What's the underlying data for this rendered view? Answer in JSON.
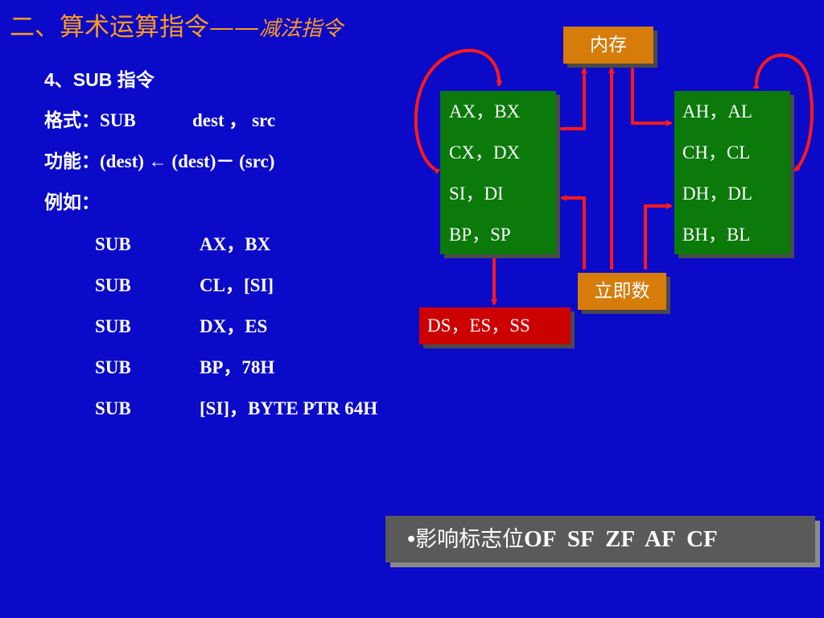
{
  "title": {
    "main": "二、算术运算指令",
    "dash": "——",
    "sub": "减法指令"
  },
  "heading": {
    "num": "4、",
    "name": "SUB 指令"
  },
  "format": {
    "label": "格式：",
    "op": "SUB",
    "args": "dest ，  src"
  },
  "function": {
    "label": "功能：",
    "expr": "(dest) ← (dest)－ (src)"
  },
  "example_label": "例如：",
  "examples": [
    {
      "op": "SUB",
      "operands": "AX，BX"
    },
    {
      "op": "SUB",
      "operands": "CL，[SI]"
    },
    {
      "op": "SUB",
      "operands": "DX，ES"
    },
    {
      "op": "SUB",
      "operands": "BP，78H"
    },
    {
      "op": "SUB",
      "operands": "[SI]，BYTE PTR 64H"
    }
  ],
  "diagram": {
    "memory": "内存",
    "reg16": [
      "AX，BX",
      "CX，DX",
      "SI，DI",
      "BP，SP"
    ],
    "reg8": [
      "AH，AL",
      "CH，CL",
      "DH，DL",
      "BH，BL"
    ],
    "immediate": "立即数",
    "segment": "DS，ES，SS"
  },
  "flags": {
    "bullet": "•",
    "label": "影响标志位",
    "list": "OF  SF  ZF  AF  CF"
  },
  "colors": {
    "background": "#0a0ac8",
    "title": "#ff9a1a",
    "arrow": "#ff1a1a",
    "register_box": "#0b7a0b",
    "tag_box": "#d57c0a",
    "segment_box": "#cc0000"
  }
}
